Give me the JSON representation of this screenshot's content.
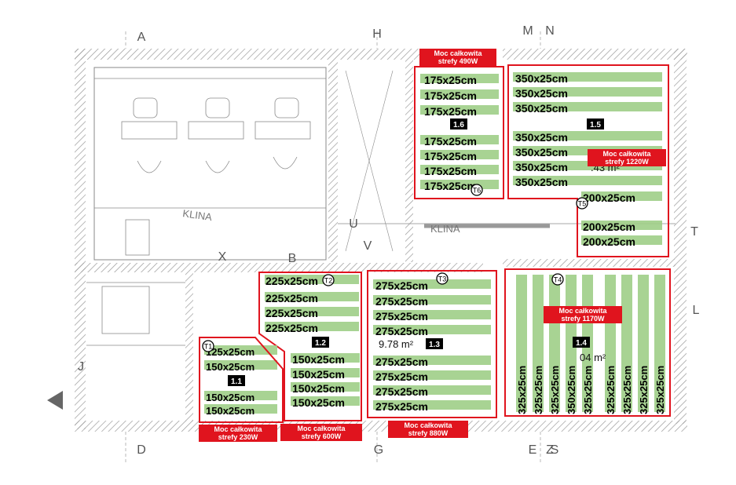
{
  "colors": {
    "zone_border": "#e0141e",
    "caption_bg": "#e0141e",
    "mat_fill": "#9fce87",
    "badge_bg": "#000000",
    "wall": "#8a8a8a"
  },
  "room_labels": {
    "klina_1": "KLINA",
    "klina_2": "KLINA"
  },
  "grid_labels": [
    "A",
    "D",
    "H",
    "G",
    "M",
    "N",
    "E",
    "S",
    "U",
    "V",
    "X",
    "B",
    "J",
    "L",
    "T",
    "Z"
  ],
  "zones": [
    {
      "id": "1.6",
      "thermostat": "T6",
      "area": "",
      "caption": [
        "Moc całkowita",
        "strefy 490W"
      ],
      "mats": [
        "175x25cm",
        "175x25cm",
        "175x25cm",
        "175x25cm",
        "175x25cm",
        "175x25cm",
        "175x25cm"
      ]
    },
    {
      "id": "1.5",
      "thermostat": "T5",
      "area": ".43 m²",
      "caption": [
        "Moc całkowita",
        "strefy 1220W"
      ],
      "mats": [
        "350x25cm",
        "350x25cm",
        "350x25cm",
        "350x25cm",
        "350x25cm",
        "350x25cm",
        "350x25cm",
        "200x25cm",
        "200x25cm",
        "200x25cm"
      ]
    },
    {
      "id": "1.2",
      "thermostat": "T2",
      "area": "",
      "caption": [
        "Moc całkowita",
        "strefy 600W"
      ],
      "mats": [
        "225x25cm",
        "225x25cm",
        "225x25cm",
        "225x25cm",
        "150x25cm",
        "150x25cm",
        "150x25cm",
        "150x25cm"
      ]
    },
    {
      "id": "1.3",
      "thermostat": "T3",
      "area": "9.78 m²",
      "caption": [
        "Moc całkowita",
        "strefy 880W"
      ],
      "mats": [
        "275x25cm",
        "275x25cm",
        "275x25cm",
        "275x25cm",
        "275x25cm",
        "275x25cm",
        "275x25cm",
        "275x25cm"
      ]
    },
    {
      "id": "1.1",
      "thermostat": "T1",
      "area": "",
      "caption": [
        "Moc całkowita",
        "strefy 230W"
      ],
      "mats": [
        "125x25cm",
        "150x25cm",
        "150x25cm",
        "150x25cm"
      ]
    },
    {
      "id": "1.4",
      "thermostat": "T4",
      "area": "04 m²",
      "caption": [
        "Moc całkowita",
        "strefy 1170W"
      ],
      "mats": [
        "325x25cm",
        "325x25cm",
        "325x25cm",
        "350x25cm",
        "325x25cm",
        "325x25cm",
        "325x25cm",
        "325x25cm",
        "325x25cm"
      ]
    }
  ]
}
